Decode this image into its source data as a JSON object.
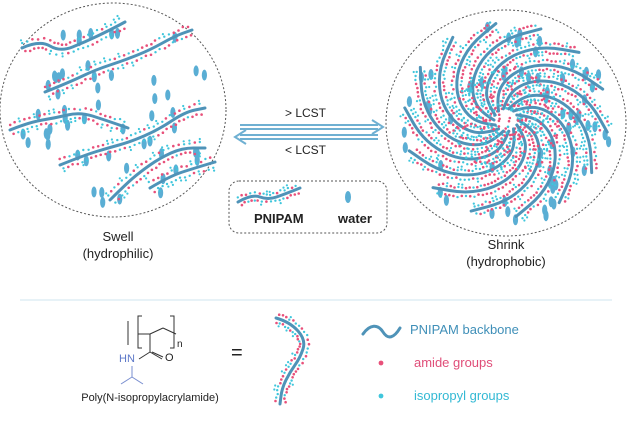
{
  "transition": {
    "forward_label": "> LCST",
    "reverse_label": "< LCST"
  },
  "states": {
    "swell": {
      "line1": "Swell",
      "line2": "(hydrophilic)"
    },
    "shrink": {
      "line1": "Shrink",
      "line2": "(hydrophobic)"
    }
  },
  "inset_legend": {
    "polymer": "PNIPAM",
    "water": "water"
  },
  "structure": {
    "caption": "Poly(N-isopropylacrylamide)",
    "equals": "=",
    "subscript": "n",
    "amide_n": "HN",
    "carbonyl_o": "O"
  },
  "legend": {
    "backbone": "PNIPAM backbone",
    "amide": "amide groups",
    "isopropyl": "isopropyl groups"
  },
  "colors": {
    "backbone": "#4f93b8",
    "amide": "#e8507a",
    "isopropyl": "#3fc6dc",
    "water": "#5aaed4",
    "amide_text": "#e04d78",
    "legend_text": "#3f8fb8",
    "isopropyl_text": "#33b9d4"
  }
}
